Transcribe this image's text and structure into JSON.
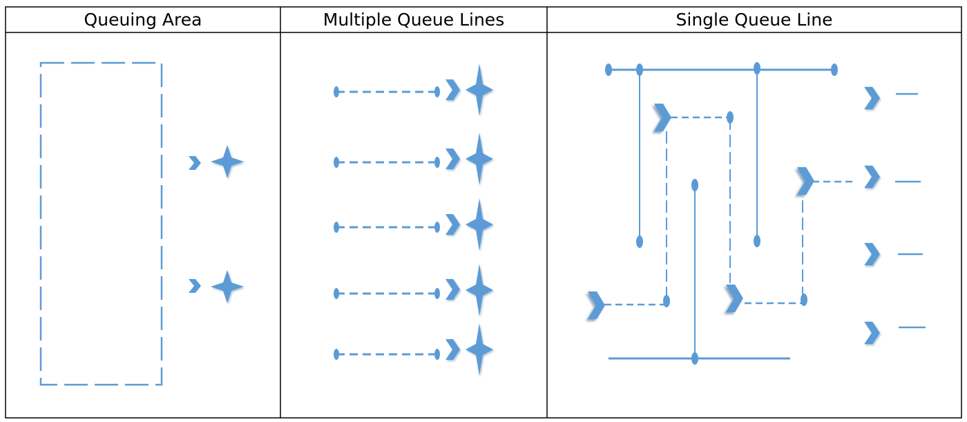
{
  "headers": {
    "queuing_area": "Queuing Area",
    "multiple_queue_lines": "Multiple Queue Lines",
    "single_queue_line": "Single Queue Line"
  },
  "colors": {
    "accent": "#5b9bd5",
    "border": "#000000",
    "background": "#ffffff"
  },
  "icons": {
    "server": "four-point-star-icon",
    "entry": "chevron-right-icon",
    "post": "stanchion-post-icon"
  }
}
